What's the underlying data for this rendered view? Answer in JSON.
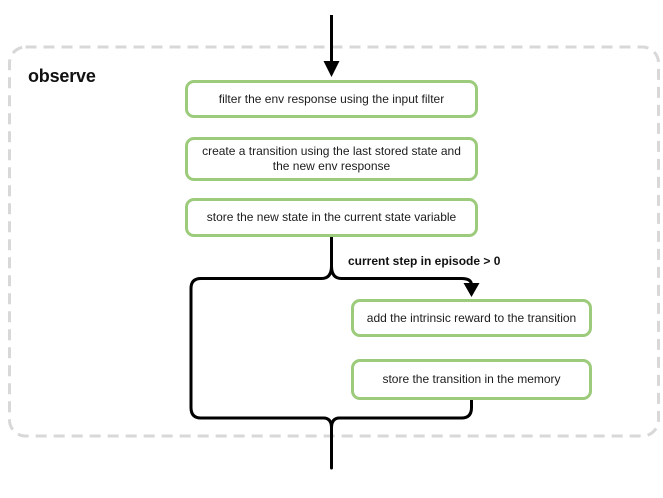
{
  "diagram": {
    "group_title": "observe",
    "steps": [
      "filter the env response using the input filter",
      "create a transition using the last stored state and the new env response",
      "store the new state in the current state variable"
    ],
    "condition": {
      "label": "current step in episode > 0",
      "steps": [
        "add the intrinsic reward to the transition",
        "store the transition in the memory"
      ]
    },
    "colors": {
      "node_border": "#9dcb7c",
      "group_border": "#d8d8d8",
      "connector": "#000000",
      "text": "#1c1c1c",
      "background": "#ffffff"
    }
  }
}
